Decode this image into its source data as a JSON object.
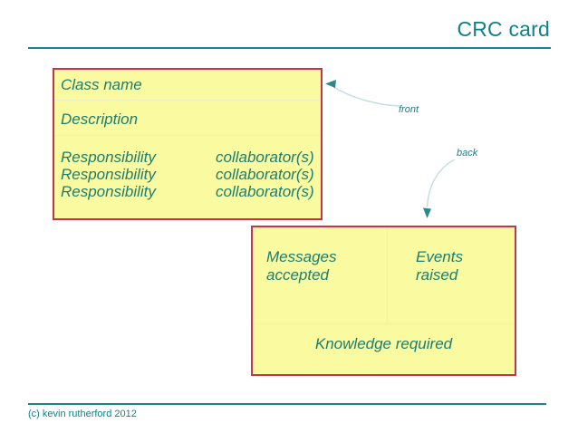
{
  "title": "CRC card",
  "card_front": {
    "class_name": "Class name",
    "description": "Description",
    "responsibilities": [
      {
        "responsibility": "Responsibility",
        "collaborator": "collaborator(s)"
      },
      {
        "responsibility": "Responsibility",
        "collaborator": "collaborator(s)"
      },
      {
        "responsibility": "Responsibility",
        "collaborator": "collaborator(s)"
      }
    ]
  },
  "annotations": {
    "front_label": "front",
    "back_label": "back"
  },
  "card_back": {
    "messages": "Messages accepted",
    "events": "Events raised",
    "knowledge": "Knowledge required"
  },
  "footer": {
    "copyright": "(c) kevin rutherford 2012"
  },
  "colors": {
    "accent_teal": "#0e818b",
    "card_border_red": "#c23648",
    "card_background_yellow": "#fafaa1",
    "card_text_green": "#1f7d6e",
    "divider_light": "#ededd0",
    "arrow_curve": "#c9dde0",
    "arrowhead": "#2f8789"
  }
}
